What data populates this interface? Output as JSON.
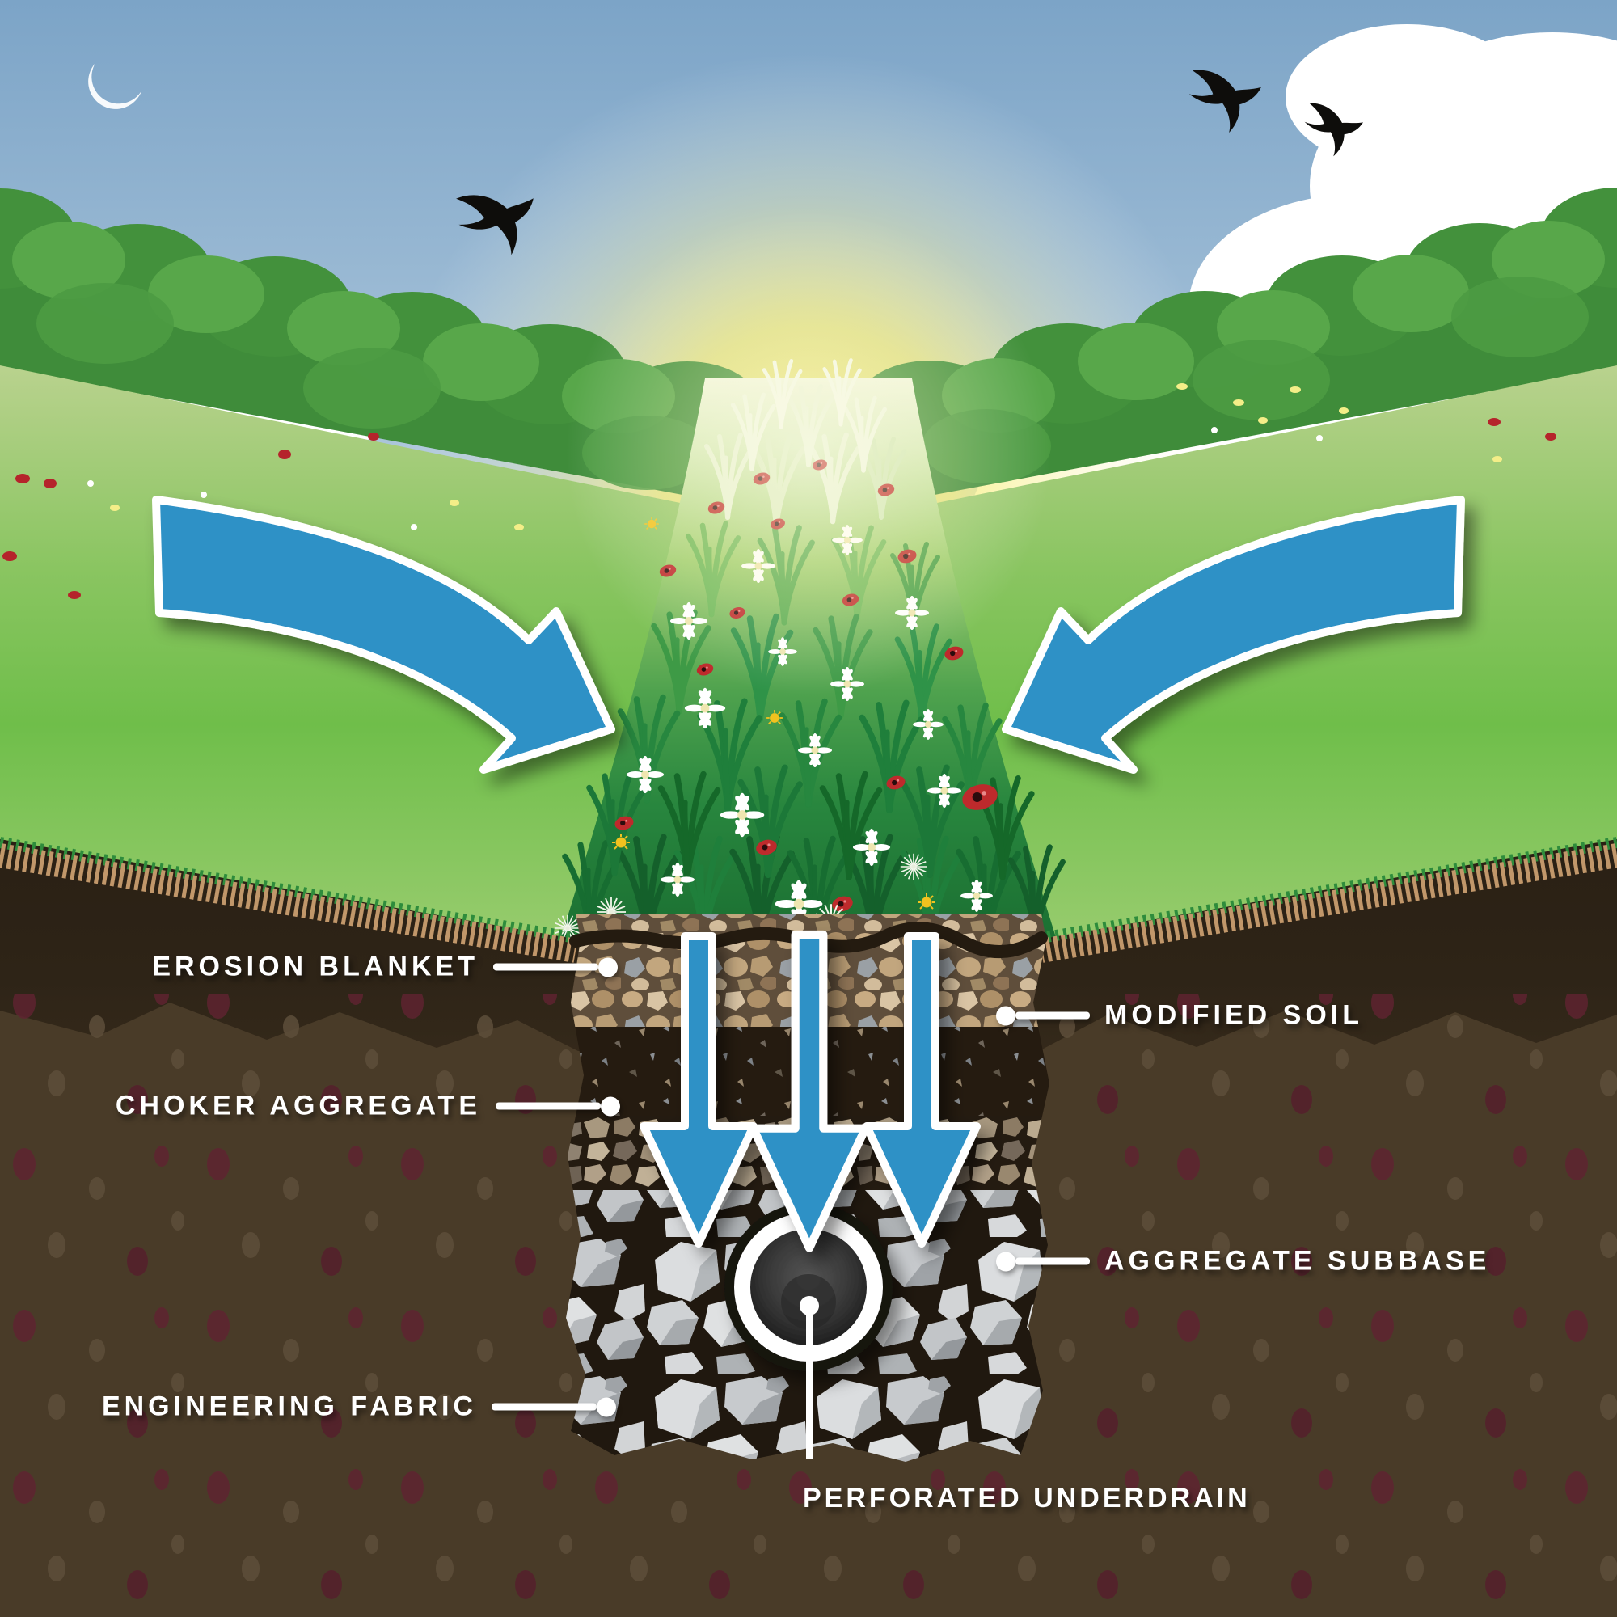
{
  "diagram": {
    "subject": "Rain garden cross-section",
    "labels": {
      "erosion_blanket": "EROSION BLANKET",
      "modified_soil": "MODIFIED SOIL",
      "choker_aggregate": "CHOKER AGGREGATE",
      "aggregate_subbase": "AGGREGATE SUBBASE",
      "engineering_fabric": "ENGINEERING FABRIC",
      "perforated_underdrain": "PERFORATED UNDERDRAIN"
    },
    "colors": {
      "label_text": "#FFFFFF",
      "arrow_blue": "#2E91C6",
      "sky_top": "#7CA4C7",
      "sky_horizon": "#E4EEF5",
      "sun_glow": "#F7EC64",
      "hedge_green": "#43913C",
      "field_green": "#6FBE4A",
      "garden_dark_green": "#1C7034",
      "topsoil_brown": "#2A2014",
      "subsoil_brown": "#493B28",
      "soil_spot_maroon": "#5E2330",
      "soil_spot_tan": "#5D4E3A",
      "erosion_blanket_tan": "#C8AB83",
      "aggregate_gray": "#D8DADC",
      "pipe_dark": "#2B2B2B",
      "cloud_white": "#FFFFFF",
      "poppy_red": "#BE2A2C",
      "daisy_white": "#FFFFFF",
      "dandelion_yellow": "#F2C21F"
    },
    "icons": {
      "sun": "sun-icon",
      "moon": "crescent-moon-icon",
      "birds": "swallow-bird-icon",
      "runoff_arrows": "curved-blue-arrow-icon",
      "infiltration_arrows": "down-blue-arrow-icon",
      "underdrain_pipe": "pipe-circle-icon"
    }
  }
}
